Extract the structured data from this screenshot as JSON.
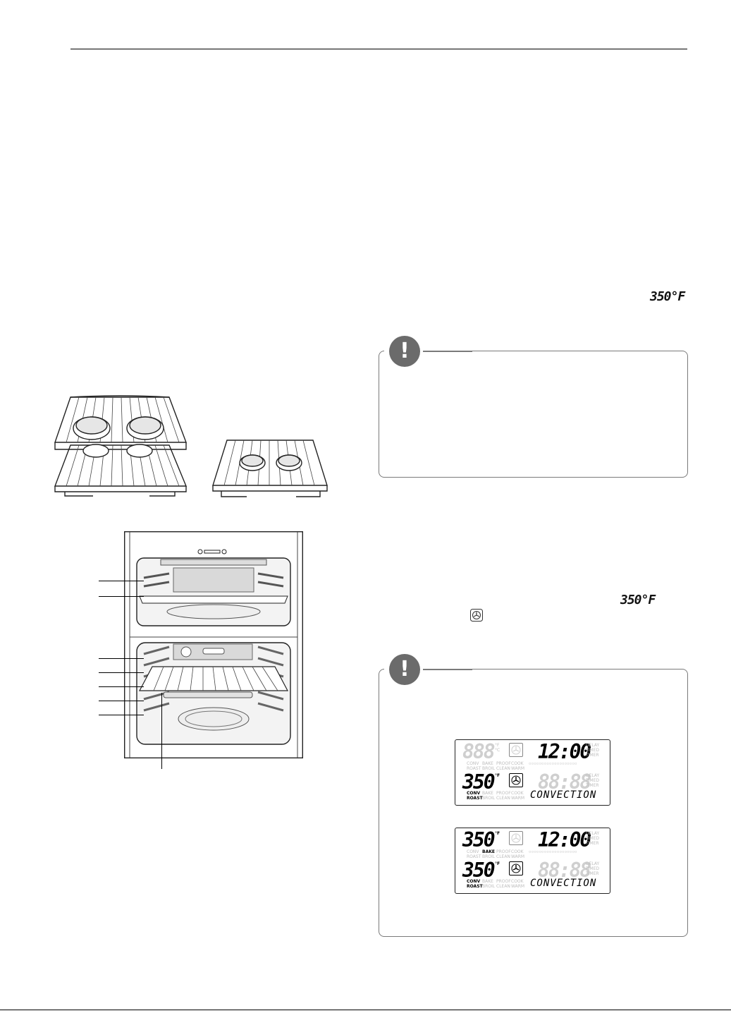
{
  "inline_temp_1": "350°F",
  "inline_temp_2": "350°F",
  "caution_symbol": "!",
  "lcd_labels": {
    "conv": "CONV",
    "roast": "ROAST",
    "bake": "BAKE",
    "broil": "BROIL",
    "proof": "PROOF",
    "clean": "CLEAN",
    "cook": "COOK",
    "warm": "WARM",
    "delay": "DELAY",
    "timed": "TIMED",
    "timer": "TIMER",
    "deg_f": "°F",
    "deg_c": "°C"
  },
  "display_1": {
    "upper_temp": "888",
    "clock": "12:00",
    "lower_temp": "350",
    "lower_time": "88:88",
    "word": "CONVECTION"
  },
  "display_2": {
    "upper_temp": "350",
    "clock": "12:00",
    "lower_temp": "350",
    "lower_time": "88:88",
    "word": "CONVECTION"
  },
  "colors": {
    "caution_grey": "#6b6b6b",
    "box_border": "#7a7a7a",
    "lcd_dim": "#cfcfcf"
  }
}
